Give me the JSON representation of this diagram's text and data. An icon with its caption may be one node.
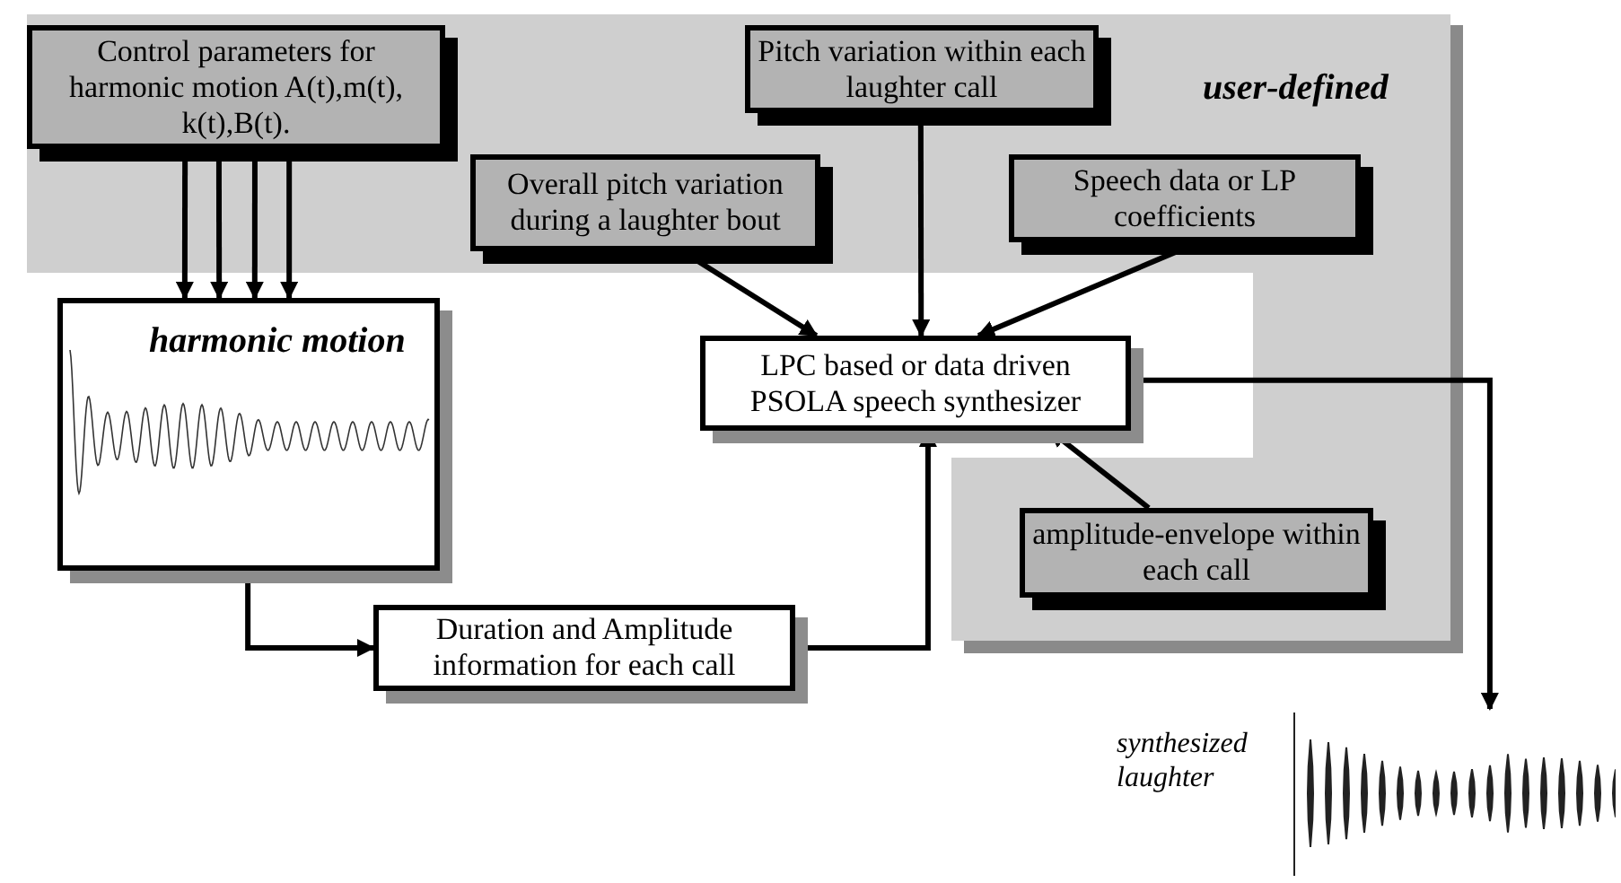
{
  "diagram": {
    "nodes": [
      {
        "text": [
          "user-defined"
        ]
      },
      {
        "text": [
          "Control parameters for harmonic motion A(t),m(t), k(t),B(t)."
        ],
        "in": 0
      },
      {
        "text": [
          "Pitch variation within each laughter call"
        ],
        "in": 0
      },
      {
        "text": [
          "Overall pitch variation during a laughter  bout"
        ],
        "in": 0
      },
      {
        "text": [
          "Speech data or LP coefficients"
        ],
        "in": 0
      },
      {
        "text": [
          "harmonic motion"
        ]
      },
      {
        "text": [
          "LPC based or data driven PSOLA speech synthesizer"
        ]
      },
      {
        "text": [
          "amplitude-envelope within each call"
        ],
        "in": 0
      },
      {
        "text": [
          "Duration and Amplitude information for each call"
        ]
      },
      {
        "text": [
          "synthesized laughter"
        ]
      }
    ],
    "edges": [
      {
        "from": 1,
        "to": 5,
        "arrow": "to"
      },
      {
        "from": 1,
        "to": 5,
        "arrow": "to"
      },
      {
        "from": 1,
        "to": 5,
        "arrow": "to"
      },
      {
        "from": 1,
        "to": 5,
        "arrow": "to"
      },
      {
        "from": 3,
        "to": 6,
        "arrow": "to"
      },
      {
        "from": 2,
        "to": 6,
        "arrow": "to"
      },
      {
        "from": 4,
        "to": 6,
        "arrow": "to"
      },
      {
        "from": 7,
        "to": 6,
        "arrow": "to"
      },
      {
        "from": 5,
        "to": 8,
        "arrow": "to"
      },
      {
        "from": 8,
        "to": 6,
        "arrow": "to"
      },
      {
        "from": 6,
        "to": 9,
        "arrow": "to"
      }
    ]
  }
}
